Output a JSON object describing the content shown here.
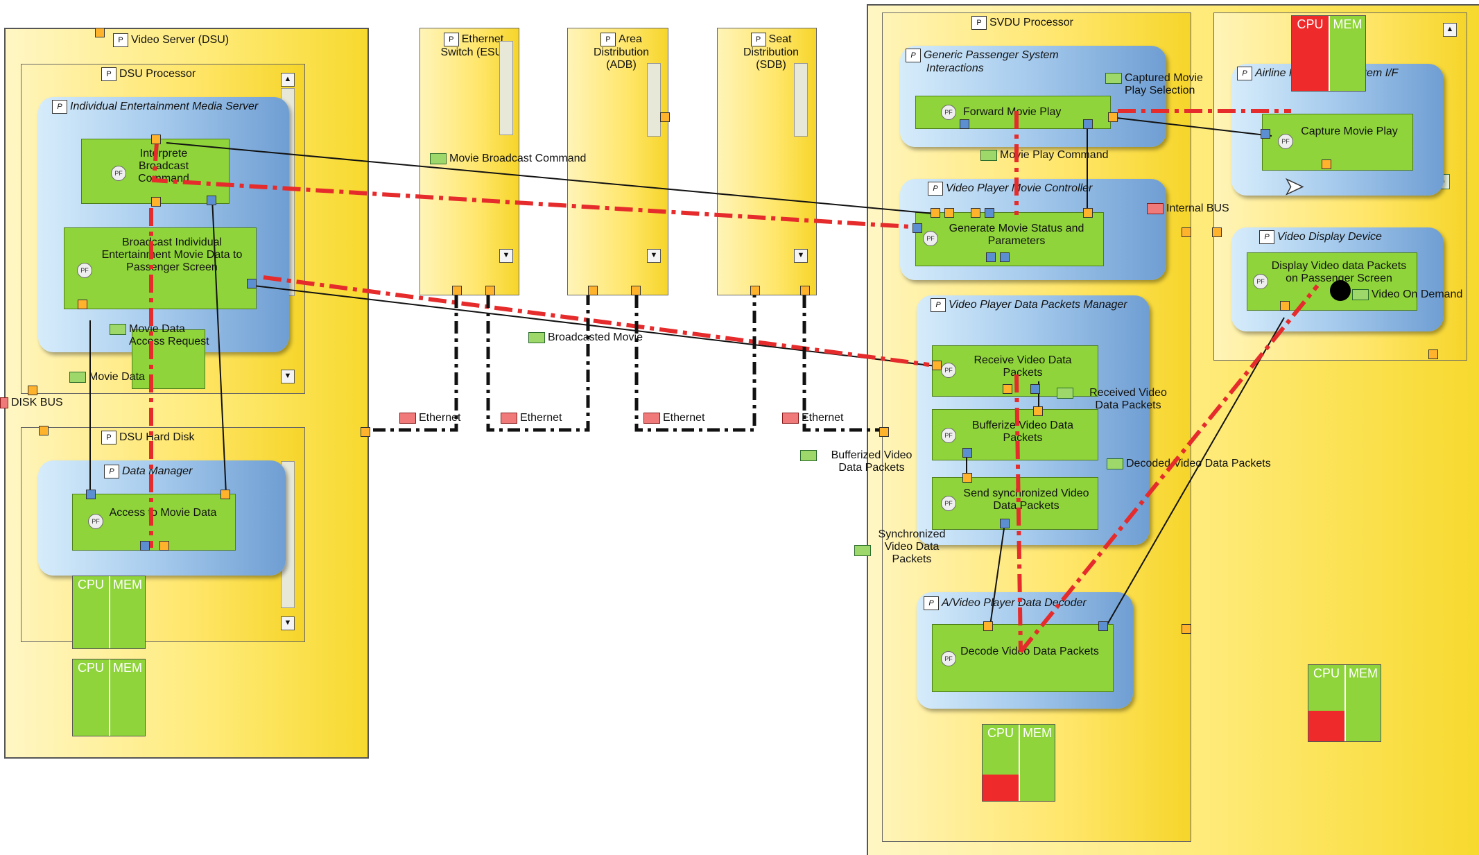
{
  "video_server": {
    "title": "Video Server (DSU)",
    "dsu_processor": {
      "title": "DSU Processor",
      "media_server": {
        "title": "Individual Entertainment Media Server",
        "fn_interpret": "Interprete Broadcast Command",
        "fn_broadcast": "Broadcast Individual Entertainment Movie Data to Passenger Screen"
      },
      "conn_movie_access": "Movie Data Access Request",
      "conn_movie_data": "Movie Data"
    },
    "hard_disk": {
      "title": "DSU Hard Disk",
      "data_manager": {
        "title": "Data Manager",
        "fn_access": "Access to Movie Data"
      }
    },
    "disk_bus": "DISK BUS"
  },
  "switches": [
    {
      "title": "Ethernet Switch (ESU)"
    },
    {
      "title": "Area Distribution (ADB)"
    },
    {
      "title": "Seat Distribution (SDB)"
    }
  ],
  "connectors": {
    "movie_broadcast_command": "Movie Broadcast Command",
    "broadcasted_movie": "Broadcasted Movie",
    "ethernet": "Ethernet",
    "movie_play_command": "Movie Play Command",
    "captured_movie_play_selection": "Captured Movie Play Selection",
    "internal_bus": "Internal BUS",
    "received_video_data_packets": "Received Video Data Packets",
    "bufferized_video_data_packets": "Bufferized Video Data Packets",
    "decoded_video_data_packets": "Decoded Video Data Packets",
    "synchronized_video_data_packets": "Synchronized Video Data Packets",
    "video_on_demand": "Video On Demand"
  },
  "svdu": {
    "title": "SVDU Processor",
    "generic_interactions": {
      "title": "Generic Passenger System Interactions",
      "fn_forward": "Forward Movie Play"
    },
    "movie_controller": {
      "title": "Video Player Movie Controller",
      "fn_generate": "Generate Movie Status and Parameters"
    },
    "packets_manager": {
      "title": "Video Player Data Packets Manager",
      "fn_receive": "Receive Video Data Packets",
      "fn_bufferize": "Bufferize Video Data Packets",
      "fn_send": "Send synchronized Video Data Packets"
    },
    "decoder": {
      "title": "A/Video Player Data Decoder",
      "fn_decode": "Decode Video Data Packets"
    }
  },
  "right_panel": {
    "airline_interface": {
      "title": "Airline Passenger System I/F",
      "fn_capture": "Capture Movie Play"
    },
    "video_display": {
      "title": "Video Display Device",
      "fn_display": "Display Video data Packets on Passenger Screen"
    }
  },
  "gauges": {
    "cpu_label": "CPU",
    "mem_label": "MEM",
    "items": [
      {
        "cpu": 0.0,
        "mem": 0.0
      },
      {
        "cpu": 0.0,
        "mem": 0.0
      },
      {
        "cpu": 0.35,
        "mem": 0.0
      },
      {
        "cpu": 0.4,
        "mem": 0.0
      },
      {
        "cpu": 1.0,
        "mem": 0.0
      }
    ]
  },
  "colors": {
    "flow_red": "#e52b2b",
    "link_black": "#111111",
    "function_green": "#8fd43a",
    "port_orange": "#ffb22c",
    "port_blue": "#5b8fd1"
  },
  "icons": [
    "physical-component-icon",
    "function-icon",
    "physical-link-icon",
    "scroll-up-icon",
    "scroll-down-icon",
    "mouse-pointer-icon"
  ]
}
